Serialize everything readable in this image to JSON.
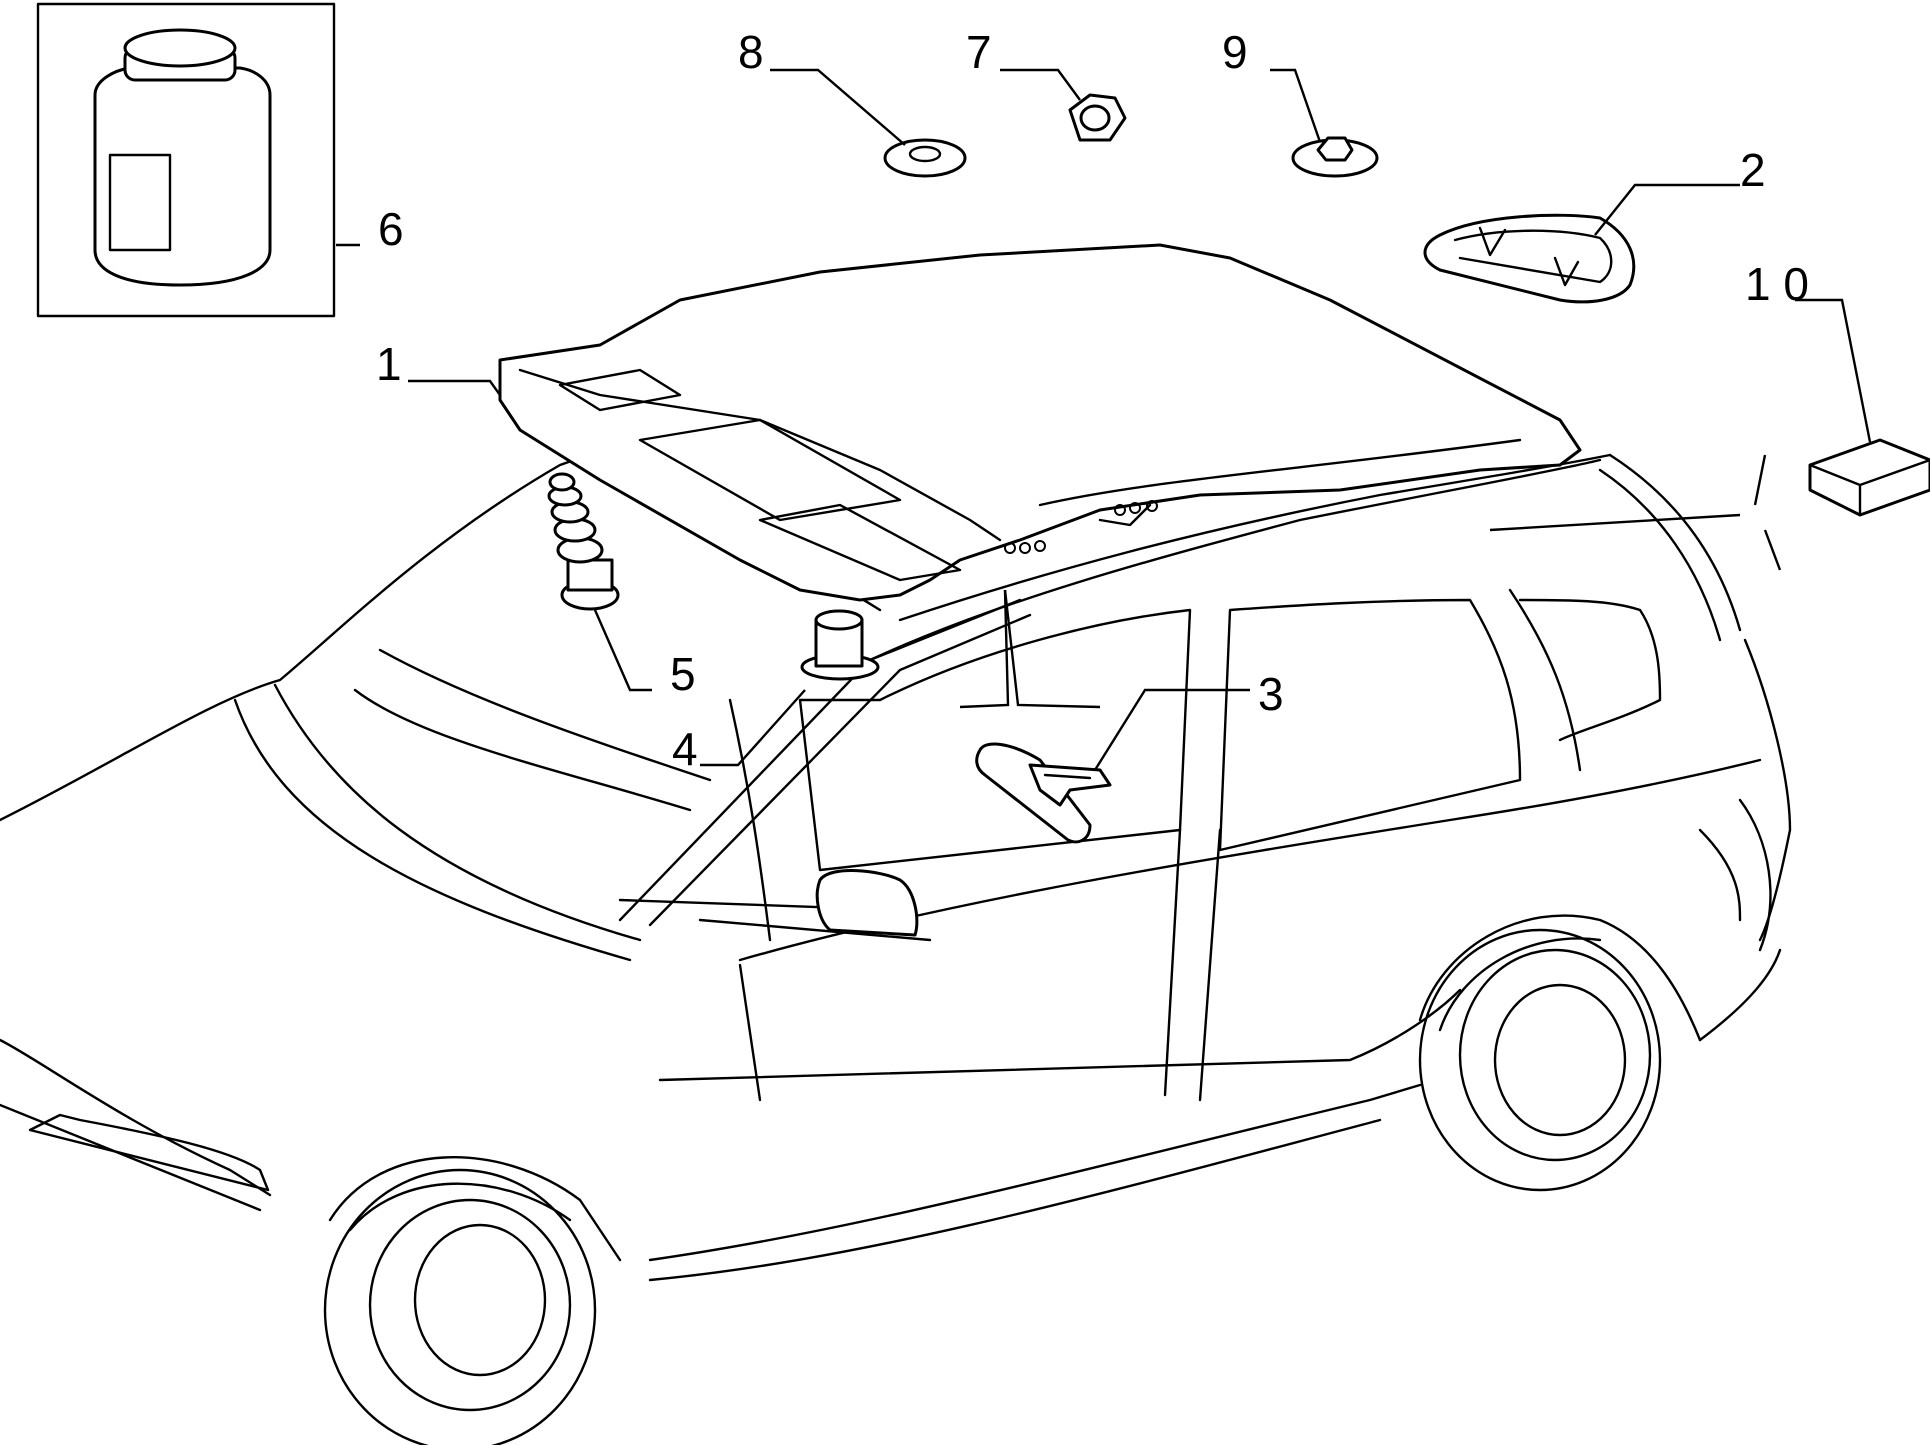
{
  "callouts": [
    {
      "key": "c1",
      "label": "1",
      "name": "roof-headliner"
    },
    {
      "key": "c2",
      "label": "2",
      "name": "sun-visor-support"
    },
    {
      "key": "c3",
      "label": "3",
      "name": "grab-handle-clip"
    },
    {
      "key": "c4",
      "label": "4",
      "name": "spacer-bushing"
    },
    {
      "key": "c5",
      "label": "5",
      "name": "fastening-stud"
    },
    {
      "key": "c6",
      "label": "6",
      "name": "adhesive-bottle"
    },
    {
      "key": "c7",
      "label": "7",
      "name": "nut"
    },
    {
      "key": "c8",
      "label": "8",
      "name": "grommet"
    },
    {
      "key": "c9",
      "label": "9",
      "name": "clip"
    },
    {
      "key": "c10",
      "label": "1 0",
      "name": "pad"
    }
  ],
  "labels": {
    "c1": "1",
    "c2": "2",
    "c3": "3",
    "c4": "4",
    "c5": "5",
    "c6": "6",
    "c7": "7",
    "c8": "8",
    "c9": "9",
    "c10": "1 0"
  },
  "colors": {
    "line": "#000000",
    "background": "#ffffff",
    "part_fill": "#f4f4f4"
  }
}
